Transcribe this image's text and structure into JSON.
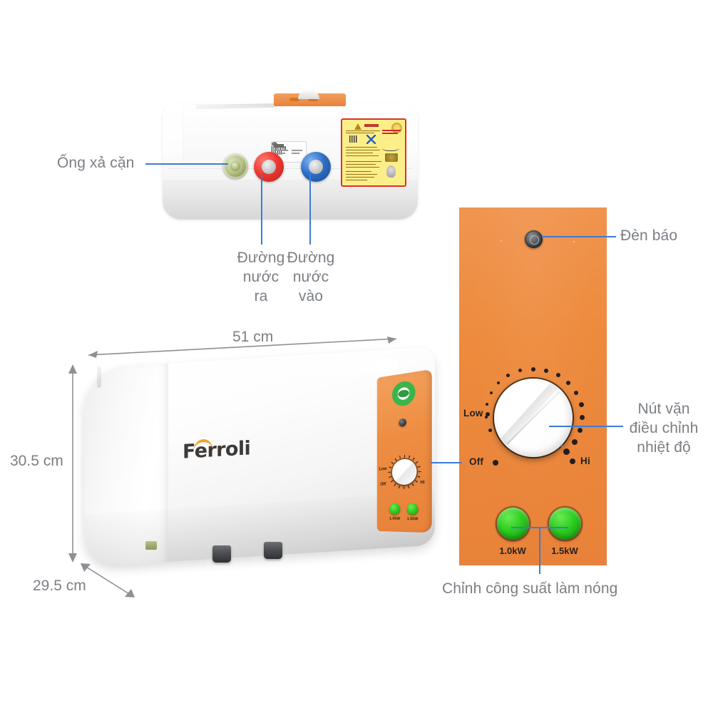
{
  "document": {
    "title": "Ferroli water heater annotated product diagram",
    "background_color": "#ffffff",
    "accent_orange": "#ed8a3c",
    "leader_line_color": "#3d7bd6",
    "label_text_color": "#7b7f84"
  },
  "brand": {
    "name": "Ferroli"
  },
  "callouts": {
    "drain_pipe": "Ống xả cặn",
    "water_out": "Đường\nnước\nra",
    "water_in": "Đường\nnước\nvào",
    "indicator_lamp": "Đèn báo",
    "temperature_knob": "Nút vặn\nđiều chỉnh\nnhiệt độ",
    "power_setting": "Chỉnh công suất làm nóng"
  },
  "dimensions": {
    "width": "51 cm",
    "height": "30.5 cm",
    "depth": "29.5 cm"
  },
  "control_panel": {
    "knob": {
      "low_label": "Low",
      "off_label": "Off",
      "hi_label": "Hi"
    },
    "power_buttons": [
      {
        "label": "1.0kW",
        "color": "#2fcf22"
      },
      {
        "label": "1.5kW",
        "color": "#2fcf22"
      }
    ]
  },
  "mini_panel": {
    "knob": {
      "low_label": "Low",
      "off_label": "Off",
      "hi_label": "Hi"
    },
    "power_buttons": [
      {
        "label": "1.0kW"
      },
      {
        "label": "1.5kW"
      }
    ]
  },
  "ports": {
    "drain_color": "#9aa865",
    "hot_color": "#ed3a32",
    "cold_color": "#2f6fc6"
  }
}
